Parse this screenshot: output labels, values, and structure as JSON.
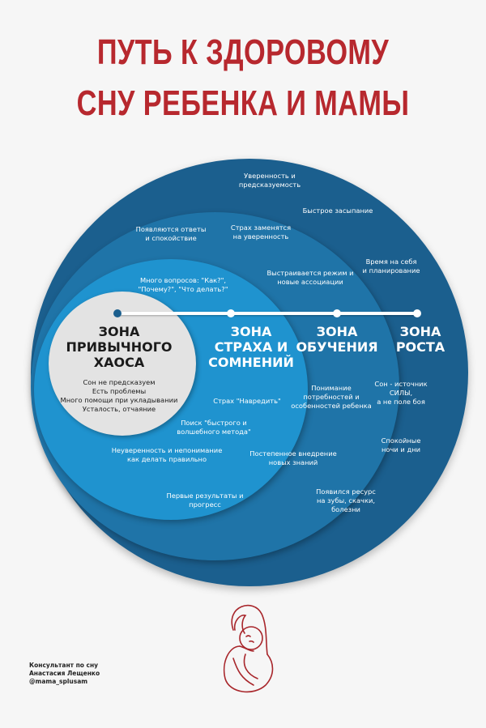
{
  "title": {
    "line1": "ПУТЬ К ЗДОРОВОМУ",
    "line2": "СНУ РЕБЕНКА И МАМЫ"
  },
  "colors": {
    "title": "#b7282e",
    "zone_growth": "#1b5f8e",
    "zone_learning": "#1f74a8",
    "zone_fear": "#1f93cf",
    "zone_chaos": "#e3e3e3"
  },
  "zones": {
    "chaos": {
      "title": "ЗОНА\nПРИВЫЧНОГО\nХАОСА",
      "items": "Сон не предсказуем\nЕсть проблемы\nМного помощи при укладывании\nУсталость, отчаяние"
    },
    "fear": {
      "title": "ЗОНА\nСТРАХА И\nСОМНЕНИЙ",
      "items": [
        "Много вопросов: \"Как?\",\n\"Почему?\", \"Что делать?\"",
        "Страх \"Навредить\"",
        "Поиск \"быстрого и\nволшебного метода\"",
        "Неуверенность и непонимание\nкак делать правильно"
      ]
    },
    "learning": {
      "title": "ЗОНА\nОБУЧЕНИЯ",
      "items": [
        "Появляются ответы\nи спокойствие",
        "Страх заменятся\nна уверенность",
        "Выстраивается режим и\nновые ассоциации",
        "Понимание\nпотребностей и\nособенностей ребенка",
        "Постепенное внедрение\nновых знаний",
        "Первые результаты и\nпрогресс"
      ]
    },
    "growth": {
      "title": "ЗОНА\nРОСТА",
      "items": [
        "Уверенность и\nпредсказуемость",
        "Быстрое засыпание",
        "Время на себя\nи планирование",
        "Сон - источник\nСИЛЫ,\nа не поле боя",
        "Спокойные\nночи и дни",
        "Появился ресурс\nна зубы, скачки,\nболезни"
      ]
    }
  },
  "footer": {
    "line1": "Консультант по сну",
    "line2": "Анастасия Лещенко",
    "line3": "@mama_splusam"
  },
  "logo": {
    "icon": "mother-baby-logo"
  }
}
